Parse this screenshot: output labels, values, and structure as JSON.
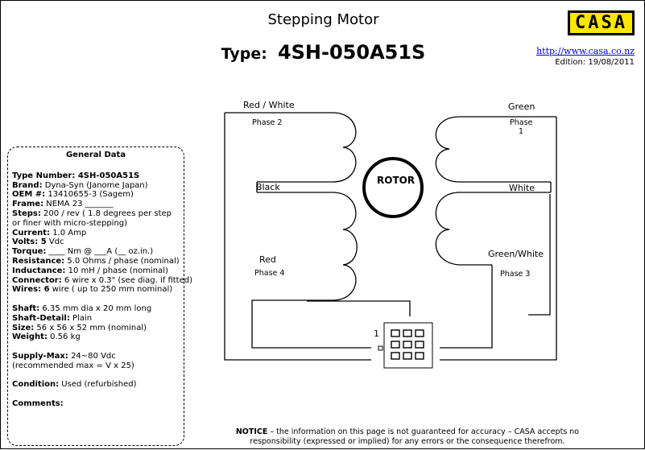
{
  "header": {
    "title": "Stepping Motor",
    "type_label": "Type:",
    "type_value": "4SH-050A51S",
    "logo_text": "CASA",
    "url": "http://www.casa.co.nz",
    "edition": "Edition: 19/08/2011"
  },
  "general": {
    "title": "General Data",
    "rows": [
      {
        "label": "Type Number:",
        "value": "4SH-050A51S",
        "bold_value": true
      },
      {
        "label": "Brand:",
        "value": "Dyna-Syn (Janome Japan)"
      },
      {
        "label": "OEM #:",
        "value": "13410655-3 (Sagem)"
      },
      {
        "label": "Frame:",
        "value": "NEMA 23 _______"
      },
      {
        "label": "Steps:",
        "value": "200 / rev ( 1.8 degrees per step or finer with micro-stepping)",
        "wrap": true
      },
      {
        "label": "Current:",
        "value": "1.0  Amp"
      },
      {
        "label": "Volts:",
        "value": "5 Vdc",
        "bold_first": true
      },
      {
        "label": "Torque:",
        "value": "   ____ Nm @ ___A (__ oz.in.)"
      },
      {
        "label": "Resistance:",
        "value": "5.0 Ohms / phase (nominal)"
      },
      {
        "label": "Inductance:",
        "value": "10 mH / phase (nominal)"
      },
      {
        "label": "Connector:",
        "value": " 6 wire x 0.3\" (see diag. if fitted)"
      },
      {
        "label": "Wires:",
        "value": "6 wire ( up to 250 mm nominal)",
        "bold_first": true
      },
      {
        "gap": true
      },
      {
        "label": "Shaft:",
        "value": "6.35 mm dia x 20 mm long"
      },
      {
        "label": "Shaft-Detail:",
        "value": "Plain"
      },
      {
        "label": "Size:",
        "value": "56 x 56 x 52 mm (nominal)"
      },
      {
        "label": "Weight:",
        "value": "0.56 kg"
      },
      {
        "gap": true
      },
      {
        "label": "Supply-Max:",
        "value": "24~80 Vdc (recommended max = V x 25)",
        "wrap": true
      },
      {
        "gap": true
      },
      {
        "label": "Condition:",
        "value": "Used  (refurbished)"
      },
      {
        "gap": true
      },
      {
        "label": "Comments:",
        "value": ""
      }
    ]
  },
  "diagram": {
    "rotor_label": "ROTOR",
    "left_top_wire": "Red / White",
    "left_top_phase": "Phase 2",
    "left_mid_wire": "Black",
    "left_bottom_wire": "Red",
    "left_bottom_phase": "Phase 4",
    "right_top_wire": "Green",
    "right_top_phase_line1": "Phase",
    "right_top_phase_line2": "1",
    "right_mid_wire": "White",
    "right_bottom_wire": "Green/White",
    "right_bottom_phase": "Phase 3",
    "connector_pin1": "1"
  },
  "notice": {
    "bold": "NOTICE",
    "text": " – the information on this page is not guaranteed for accuracy – CASA accepts no responsibility (expressed or implied) for any errors or the consequence therefrom."
  }
}
